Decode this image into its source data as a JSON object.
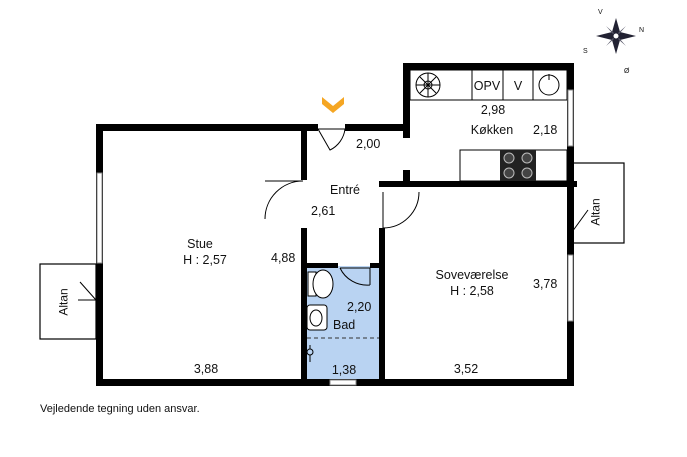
{
  "compass": {
    "labels": {
      "north": "N",
      "south": "S",
      "east": "Ø",
      "west": "V"
    }
  },
  "entry_marker": "entrance-chevron",
  "rooms": {
    "stue": {
      "name": "Stue",
      "height": "H : 2,57",
      "width": "3,88",
      "depth": "4,88"
    },
    "entre": {
      "name": "Entré",
      "width": "2,00",
      "depth": "2,61"
    },
    "kokken": {
      "name": "Køkken",
      "width": "2,98",
      "depth": "2,18",
      "appliances": [
        "OPV",
        "V"
      ]
    },
    "bad": {
      "name": "Bad",
      "width": "1,38",
      "depth": "2,20"
    },
    "sovevaerelse": {
      "name": "Soveværelse",
      "height": "H : 2,58",
      "width": "3,52",
      "depth": "3,78"
    }
  },
  "balconies": {
    "left": "Altan",
    "right": "Altan"
  },
  "disclaimer": "Vejledende tegning uden ansvar.",
  "colors": {
    "wall": "#000000",
    "bathroom": "#b9d3f2",
    "window": "#9a9a9a"
  }
}
